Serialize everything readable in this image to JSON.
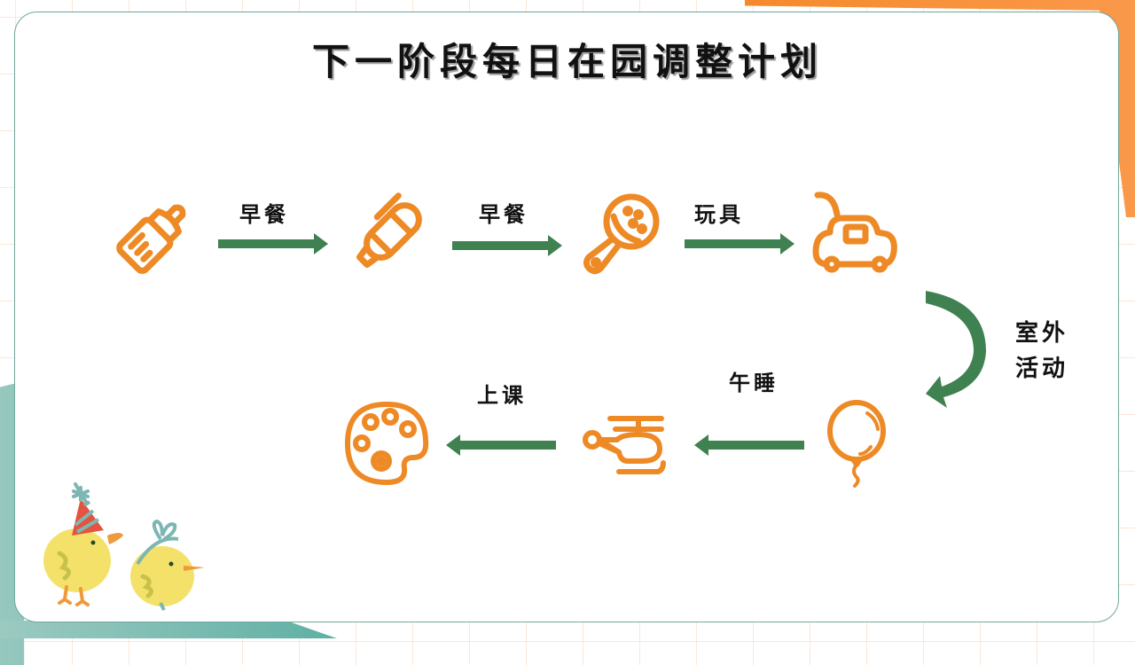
{
  "slide": {
    "title": "下一阶段每日在园调整计划",
    "colors": {
      "icon_orange": "#ee8a26",
      "arrow_green": "#3f8150",
      "card_border": "#6fa79c",
      "deco_orange": "#f7913a",
      "deco_teal": "#7fbcb1",
      "grid_line": "#fbe6d6"
    }
  },
  "flow": {
    "row1": {
      "icons": [
        {
          "name": "baby-bottle-icon"
        },
        {
          "name": "pen-icon"
        },
        {
          "name": "rattle-icon"
        },
        {
          "name": "toy-car-icon"
        }
      ],
      "labels": [
        "早餐",
        "早餐",
        "玩具"
      ]
    },
    "turn": {
      "label_line1": "室外",
      "label_line2": "活动"
    },
    "row2": {
      "icons": [
        {
          "name": "balloon-icon"
        },
        {
          "name": "helicopter-icon"
        },
        {
          "name": "palette-icon"
        }
      ],
      "labels": [
        "午睡",
        "上课"
      ]
    }
  },
  "decoration": {
    "illustration": "two-chicks-party-hat-and-ribbon"
  }
}
